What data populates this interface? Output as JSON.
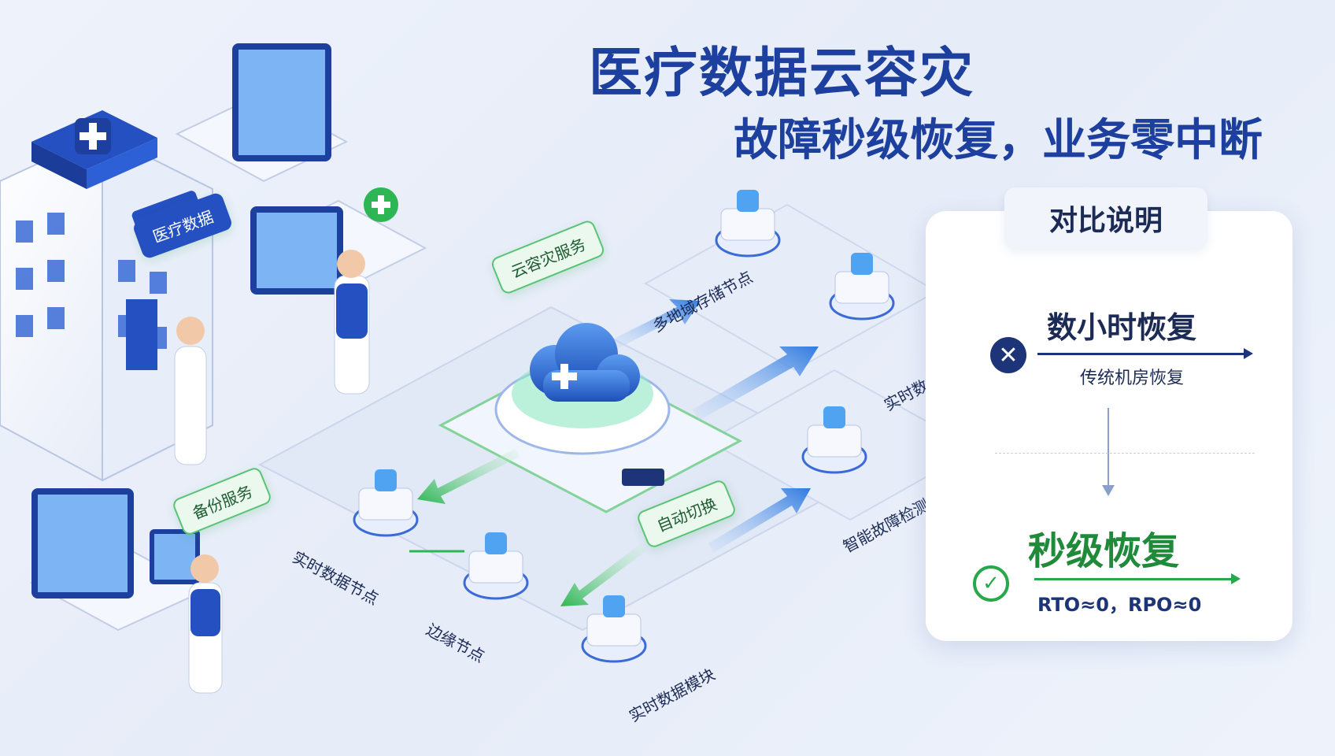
{
  "headline": {
    "title": "医疗数据云容灾",
    "subtitle": "故障秒级恢复，业务零中断"
  },
  "comparison": {
    "tab_label": "对比说明",
    "slow": {
      "title": "数小时恢复",
      "subtitle": "传统机房恢复"
    },
    "fast": {
      "title": "秒级恢复",
      "metrics": "RTO≈0，RPO≈0"
    }
  },
  "scene": {
    "hospital_sign": "医疗数据",
    "cloud_tag": "云容灾服务",
    "backup_tag": "备份服务",
    "storage_nodes_label": "多地域存储节点",
    "realtime_sync_label": "实时数据同步",
    "fault_detect_label": "智能故障检测模块",
    "local_nodes_label": "实时数据节点",
    "edge_nodes_label": "边缘节点",
    "data_module_label": "实时数据模块",
    "recovery_tag": "自动切换"
  },
  "colors": {
    "primary": "#1d3f9e",
    "dark": "#1d3578",
    "green": "#27a84a",
    "accent_blue": "#3b7de0"
  }
}
